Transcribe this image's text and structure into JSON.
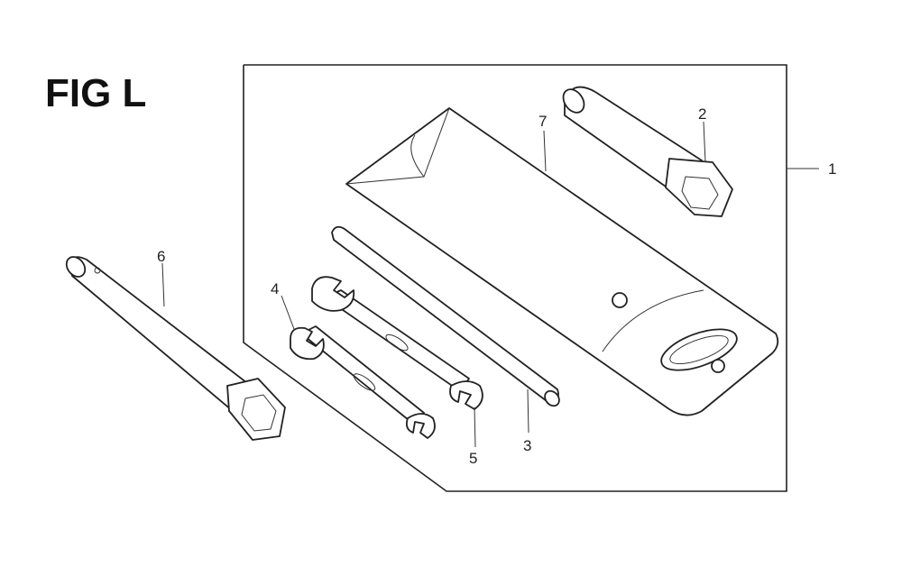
{
  "figure": {
    "title": "FIG L"
  },
  "callouts": {
    "c1": "1",
    "c2": "2",
    "c3": "3",
    "c4": "4",
    "c5": "5",
    "c6": "6",
    "c7": "7"
  },
  "colors": {
    "line": "#222222",
    "background": "#ffffff"
  }
}
